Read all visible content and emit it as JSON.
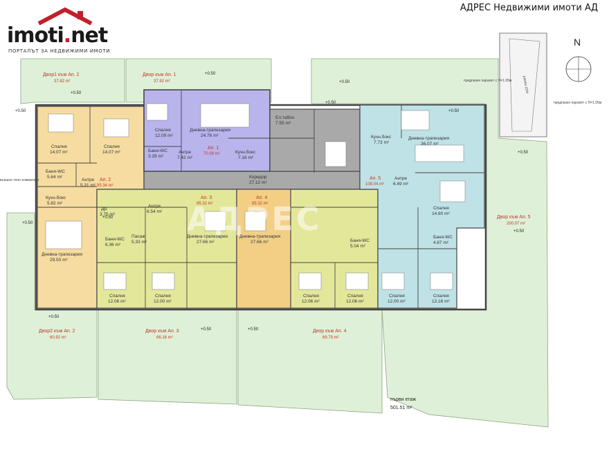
{
  "header": {
    "agency": "АДРЕС Недвижими имоти АД"
  },
  "logo": {
    "name": "imoti",
    "dot": ".",
    "tld": "net",
    "tagline": "ПОРТАЛЪТ ЗА НЕДВИЖИМИ ИМОТИ"
  },
  "watermark": "АДРЕС",
  "north": "N",
  "floor": {
    "label": "първи етаж",
    "area": "501.51 m²"
  },
  "yards": {
    "y1": {
      "name": "Двор1 към Ап. 2",
      "area": "37.82 m²"
    },
    "yap1": {
      "name": "Двор към Ап. 1",
      "area": "37.92 m²"
    },
    "y2": {
      "name": "Двор2 към Ап. 2",
      "area": "60.92 m²"
    },
    "y3": {
      "name": "Двор към Ап. 3",
      "area": "66.16 m²"
    },
    "y4": {
      "name": "Двор към Ап. 4",
      "area": "69.79 m²"
    },
    "y5": {
      "name": "Двор към Ап. 5",
      "area": "200.07 m²"
    }
  },
  "apartments": {
    "a1": {
      "name": "Ап. 1",
      "area": "70.09 m²"
    },
    "a2": {
      "name": "Ап. 2",
      "area": "95.34 m²"
    },
    "a3": {
      "name": "Ап. 3",
      "area": "85.32 m²"
    },
    "a4": {
      "name": "Ап. 4",
      "area": "85.32 m²"
    },
    "a5": {
      "name": "Ап. 5",
      "area": "108.04 m²"
    }
  },
  "rooms": {
    "a1_bed": {
      "name": "Спалня",
      "area": "12.09 m²"
    },
    "a1_living": {
      "name": "Дневна-трапезария",
      "area": "24.76 m²"
    },
    "a1_bath": {
      "name": "Баня-WC",
      "area": "3.29 m²"
    },
    "a1_hall": {
      "name": "Антре",
      "area": "7.42 m²"
    },
    "a1_kitchen": {
      "name": "Кухн.бокс",
      "area": "7.16 m²"
    },
    "a2_bed1": {
      "name": "Спалня",
      "area": "14.07 m²"
    },
    "a2_bed2": {
      "name": "Спалня",
      "area": "14.07 m²"
    },
    "a2_bath": {
      "name": "Баня-WC",
      "area": "5.64 m²"
    },
    "a2_hall": {
      "name": "Антре",
      "area": "5.31 m²"
    },
    "a2_kitchen": {
      "name": "Кухн.бокс",
      "area": "5.82 m²"
    },
    "a2_living": {
      "name": "Дневна-трапезария",
      "area": "29.50 m²"
    },
    "a3_hall": {
      "name": "Антре",
      "area": "6.54 m²"
    },
    "a3_dr": {
      "name": "Др.",
      "area": "3.75 m²"
    },
    "a3_bath": {
      "name": "Баня-WC",
      "area": "6.36 m²"
    },
    "a3_corr": {
      "name": "Пасаж",
      "area": "5.33 m²"
    },
    "a3_living": {
      "name": "Дневна-трапезария",
      "area": "27.66 m²"
    },
    "a3_bed1": {
      "name": "Спалня",
      "area": "12.06 m²"
    },
    "a3_bed2": {
      "name": "Спалня",
      "area": "12.00 m²"
    },
    "a4_living": {
      "name": "Дневна-трапезария",
      "area": "27.66 m²"
    },
    "a4_bath": {
      "name": "Баня-WC",
      "area": "5.04 m²"
    },
    "a4_bed1": {
      "name": "Спалня",
      "area": "12.06 m²"
    },
    "a4_bed2": {
      "name": "Спалня",
      "area": "12.06 m²"
    },
    "a5_kitchen": {
      "name": "Кухн.бокс",
      "area": "7.73 m²"
    },
    "a5_living": {
      "name": "Дневна-трапезария",
      "area": "36.07 m²"
    },
    "a5_hall": {
      "name": "Антре",
      "area": "6.49 m²"
    },
    "a5_bed1": {
      "name": "Спалня",
      "area": "14.80 m²"
    },
    "a5_bath": {
      "name": "Баня-WC",
      "area": "4.67 m²"
    },
    "a5_bed2": {
      "name": "Спалня",
      "area": "12.00 m²"
    },
    "a5_bed3": {
      "name": "Спалня",
      "area": "13.16 m²"
    },
    "corridor": {
      "name": "Коридор",
      "area": "27.12 m²"
    },
    "stair": {
      "name": "Ел.табло",
      "area": "7.55 m²"
    }
  },
  "levels": {
    "l1": "+0.50",
    "l2": "+0.50",
    "l3": "+0.50",
    "l4": "+0.50",
    "l5": "+0.50",
    "l6": "+0.50",
    "l7": "+0.50",
    "l8": "+0.50",
    "l9": "+0.50",
    "l10": "+0.50",
    "l11": "+0.50",
    "l12": "+0.50",
    "l13": "+0.50"
  },
  "notes": {
    "climate": "външно тяло климатици",
    "parapet1": "предпазен парапет с H=1.05м",
    "parapet2": "предпазен парапет с H=1.05м",
    "ramp": "рампа 15%"
  },
  "colors": {
    "yard": "#dff0d8",
    "wall": "#444444",
    "a1": "#b9b4ec",
    "a2": "#f6dca0",
    "a3": "#e3e79a",
    "a4": "#f3cf86",
    "a5": "#bfe2e6",
    "core": "#a9a9a9"
  }
}
